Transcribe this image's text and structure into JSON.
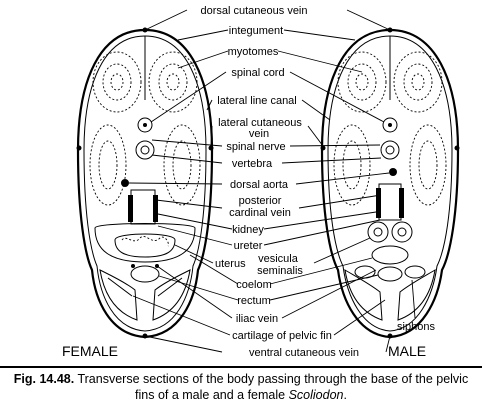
{
  "sections": {
    "female": "FEMALE",
    "male": "MALE"
  },
  "labels": {
    "dorsal_cutaneous_vein": "dorsal cutaneous vein",
    "integument": "integument",
    "myotomes": "myotomes",
    "spinal_cord": "spinal cord",
    "lateral_line_canal": "lateral line canal",
    "lateral_cutaneous_vein_1": "lateral cutaneous",
    "lateral_cutaneous_vein_2": "vein",
    "spinal_nerve": "spinal nerve",
    "vertebra": "vertebra",
    "dorsal_aorta": "dorsal aorta",
    "posterior_cardinal_vein_1": "posterior",
    "posterior_cardinal_vein_2": "cardinal vein",
    "kidney": "kidney",
    "ureter": "ureter",
    "uterus": "uterus",
    "vesicula_seminalis_1": "vesicula",
    "vesicula_seminalis_2": "seminalis",
    "coelom": "coelom",
    "rectum": "rectum",
    "iliac_vein": "iliac vein",
    "cartilage_of_pelvic_fin": "cartilage of pelvic fin",
    "ventral_cutaneous_vein": "ventral cutaneous vein",
    "siphons": "siphons"
  },
  "caption": {
    "number": "Fig. 14.48.",
    "text": "Transverse sections of the body passing through the base of the pelvic fins of a male and a female",
    "species": "Scoliodon"
  }
}
